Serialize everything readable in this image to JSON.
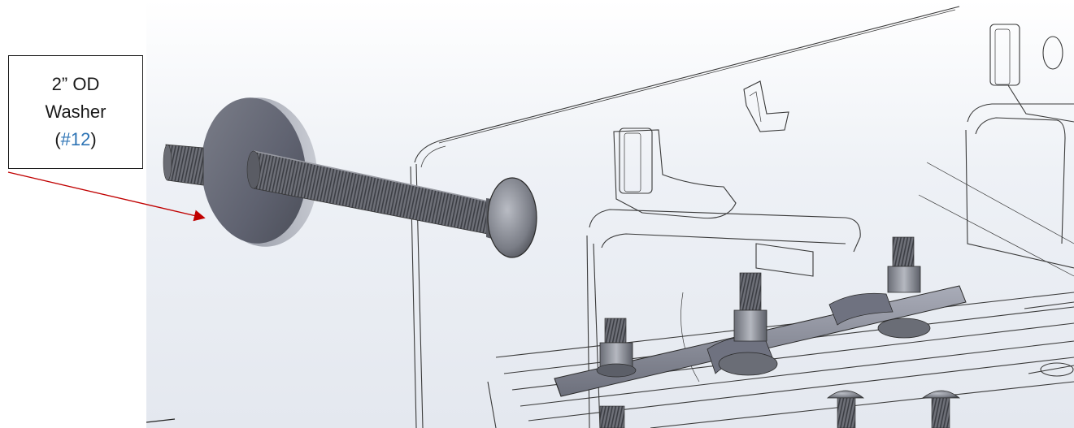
{
  "callout": {
    "line1": "2” OD",
    "line2": "Washer",
    "paren_open": "(",
    "part_ref": "#12",
    "paren_close": ")"
  },
  "colors": {
    "leader_arrow": "#c00000",
    "part_reference": "#2e74b5",
    "wireframe": "#3a3a3a",
    "metal_dark": "#5d6068",
    "metal_light": "#a8acb6"
  }
}
